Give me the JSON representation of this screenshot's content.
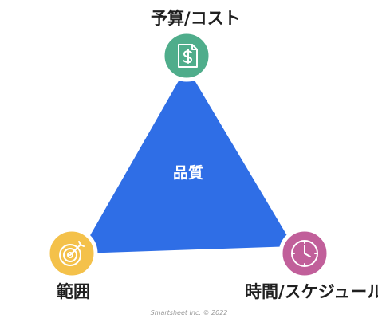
{
  "diagram": {
    "center_label": "品質",
    "top_label": "予算/コスト",
    "left_label": "範囲",
    "right_label": "時間/スケジュール",
    "footer": "Smartsheet Inc. © 2022"
  },
  "icons": {
    "top": "dollar-document-icon",
    "left": "target-icon",
    "right": "clock-icon"
  },
  "colors": {
    "triangle": "#2f6ee6",
    "top_circle": "#4fad8b",
    "left_circle": "#f4c14a",
    "right_circle": "#c15f9a",
    "label_text": "#1f1f1f",
    "footer_text": "#9a9a9a"
  }
}
